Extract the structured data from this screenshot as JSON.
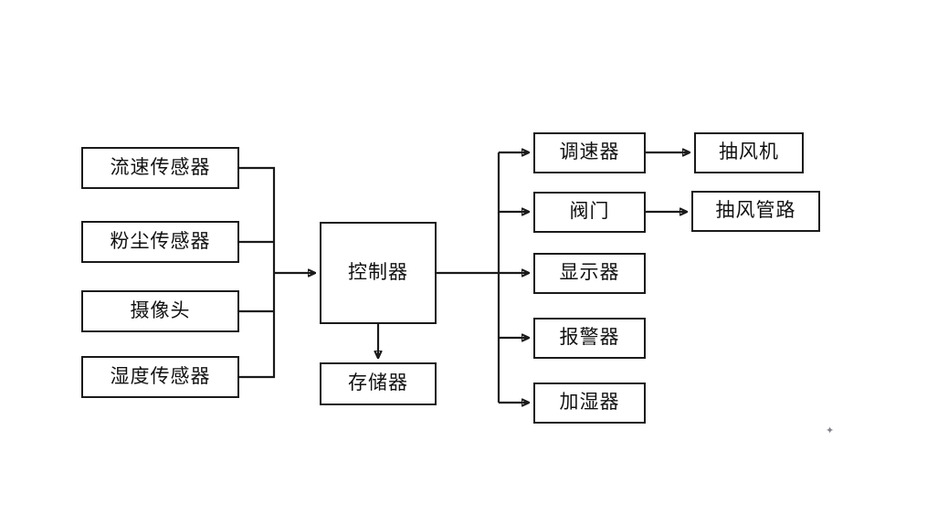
{
  "diagram": {
    "title": "",
    "colors": {
      "stroke": "#1a1a1a",
      "background": "#ffffff",
      "text": "#111111"
    },
    "inputs": [
      {
        "id": "flow-sensor",
        "label": "流速传感器"
      },
      {
        "id": "dust-sensor",
        "label": "粉尘传感器"
      },
      {
        "id": "camera",
        "label": "摄像头"
      },
      {
        "id": "humidity-sensor",
        "label": "湿度传感器"
      }
    ],
    "controller": {
      "id": "controller",
      "label": "控制器"
    },
    "storage": {
      "id": "storage",
      "label": "存储器"
    },
    "outputs": [
      {
        "id": "speed-governor",
        "label": "调速器"
      },
      {
        "id": "valve",
        "label": "阀门"
      },
      {
        "id": "display",
        "label": "显示器"
      },
      {
        "id": "alarm",
        "label": "报警器"
      },
      {
        "id": "humidifier",
        "label": "加湿器"
      }
    ],
    "terminals": [
      {
        "id": "exhaust-fan",
        "label": "抽风机"
      },
      {
        "id": "exhaust-duct",
        "label": "抽风管路"
      }
    ],
    "artifact": {
      "id": "stray-mark",
      "glyph": "✦"
    }
  }
}
